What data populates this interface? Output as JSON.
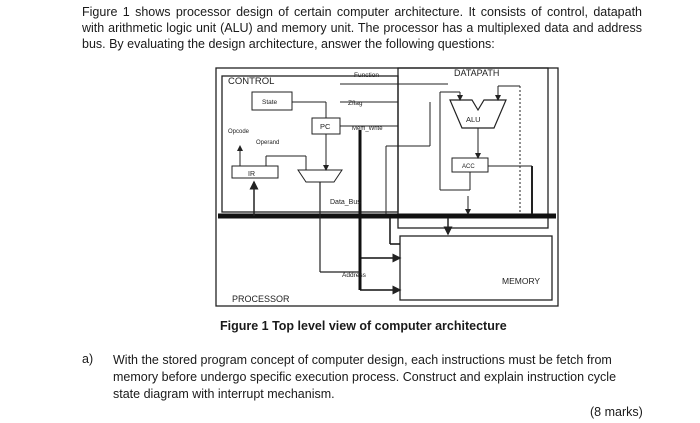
{
  "intro_text": "Figure 1 shows processor design of certain computer architecture. It consists of control, datapath with arithmetic logic unit (ALU) and memory unit. The processor has a multiplexed data and address bus. By evaluating the design architecture, answer the following questions:",
  "figure": {
    "control": "CONTROL",
    "function": "Function",
    "datapath": "DATAPATH",
    "state": "State",
    "zflag": "Zflag",
    "pc": "PC",
    "mem_write": "Mem_Write",
    "alu": "ALU",
    "opcode": "Opcode",
    "operand": "Operand",
    "acc": "ACC",
    "ir": "IR",
    "data_bus": "Data_Bus",
    "address": "Address",
    "memory": "MEMORY",
    "processor": "PROCESSOR"
  },
  "caption": "Figure 1 Top level view of computer architecture",
  "question": {
    "label": "a)",
    "text": "With the stored program concept of computer design, each instructions must be fetch from memory before undergo specific execution process. Construct and explain instruction cycle state diagram with interrupt mechanism.",
    "marks": "(8 marks)"
  }
}
